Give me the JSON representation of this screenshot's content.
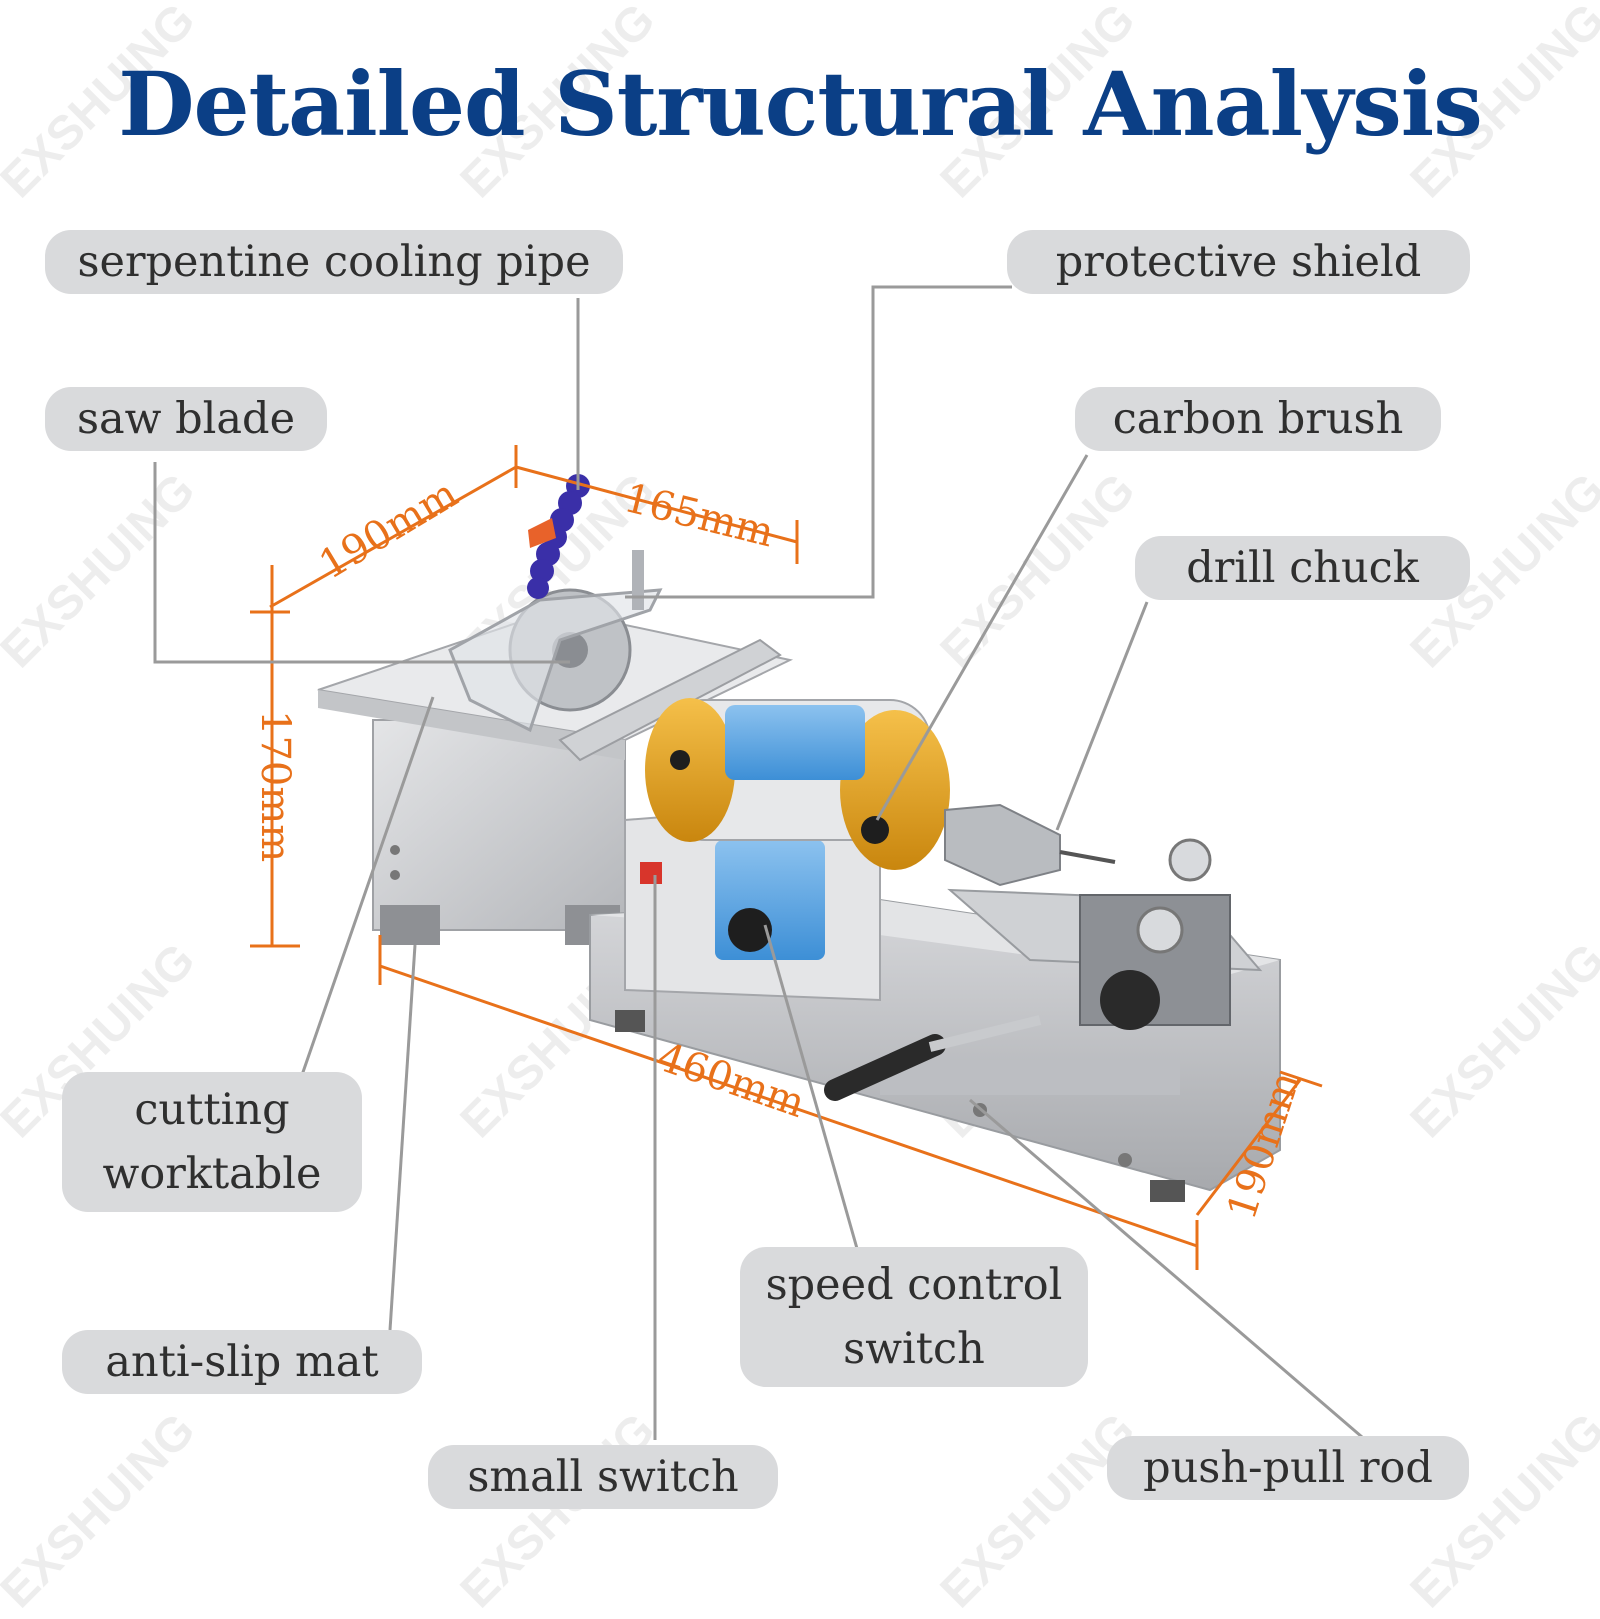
{
  "title": "Detailed Structural Analysis",
  "watermark": "EXSHUING",
  "labels": {
    "serpentine_cooling_pipe": "serpentine cooling pipe",
    "protective_shield": "protective shield",
    "saw_blade": "saw blade",
    "carbon_brush": "carbon brush",
    "drill_chuck": "drill chuck",
    "cutting_worktable_line1": "cutting",
    "cutting_worktable_line2": "worktable",
    "anti_slip_mat": "anti-slip mat",
    "speed_control_switch_line1": "speed control",
    "speed_control_switch_line2": "switch",
    "small_switch": "small switch",
    "push_pull_rod": "push-pull rod"
  },
  "dimensions": {
    "width_top": "190mm",
    "depth_top": "165mm",
    "height": "170mm",
    "length": "460mm",
    "width_base": "190mm"
  },
  "colors": {
    "title": "#0b3f86",
    "dimension": "#e8711a",
    "label_bg": "#d9dadc",
    "leader_line": "#9a9a9a",
    "motor": "#e8a61a",
    "motor_label": "#3d8fd6",
    "machine_body": "#c9cbce"
  }
}
